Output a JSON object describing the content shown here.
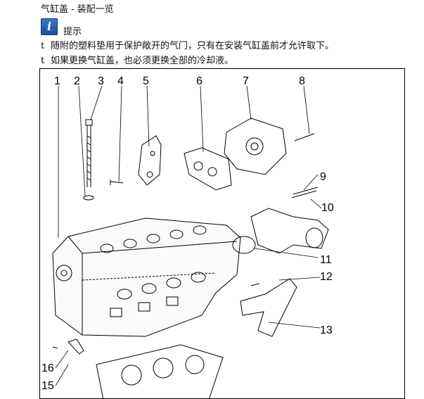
{
  "header": {
    "title": "气缸盖 - 装配一览",
    "note_icon": "info-icon",
    "note_label": "提示"
  },
  "notes": [
    {
      "marker": "t",
      "text": "随附的塑料垫用于保护敞开的气门，只有在安装气缸盖前才允许取下。"
    },
    {
      "marker": "t",
      "text": "如果更换气缸盖，也必须更换全部的冷却液。"
    }
  ],
  "diagram": {
    "callouts": [
      "1",
      "2",
      "3",
      "4",
      "5",
      "6",
      "7",
      "8",
      "9",
      "10",
      "11",
      "12",
      "13",
      "16",
      "15"
    ]
  }
}
